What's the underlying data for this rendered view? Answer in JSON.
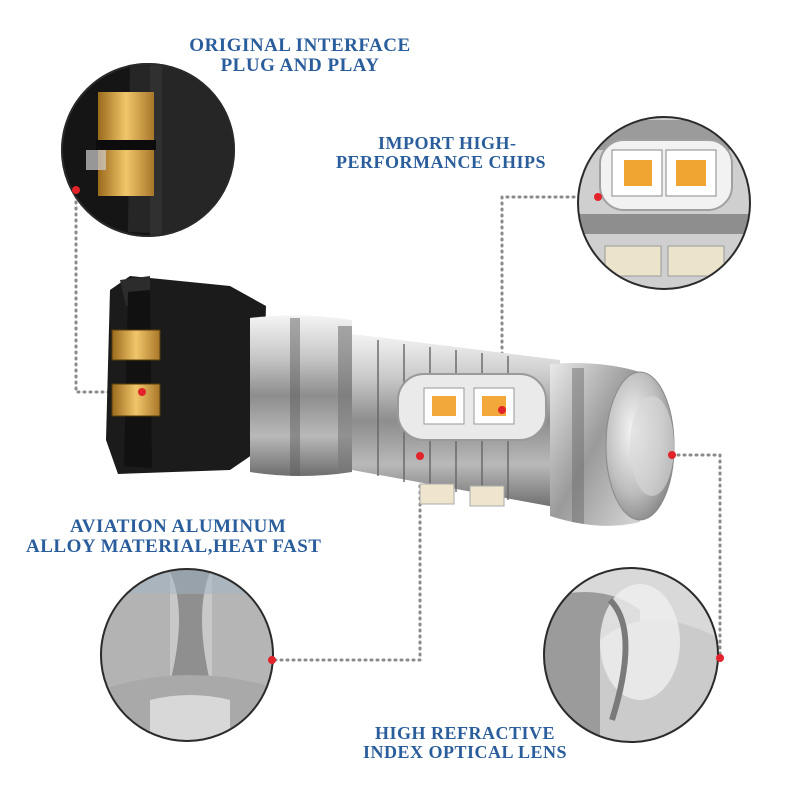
{
  "captions": {
    "interface": {
      "line1": "ORIGINAL INTERFACE",
      "line2": "PLUG AND PLAY"
    },
    "chips": {
      "line1": "IMPORT HIGH-",
      "line2": "PERFORMANCE CHIPS"
    },
    "aluminum": {
      "line1": "AVIATION ALUMINUM",
      "line2": "ALLOY MATERIAL,HEAT FAST"
    },
    "lens": {
      "line1": "HIGH REFRACTIVE",
      "line2": "INDEX OPTICAL LENS"
    }
  },
  "colors": {
    "caption": "#2a5d9b",
    "marker": "#e2232a",
    "connector": "#8a8a8a"
  }
}
